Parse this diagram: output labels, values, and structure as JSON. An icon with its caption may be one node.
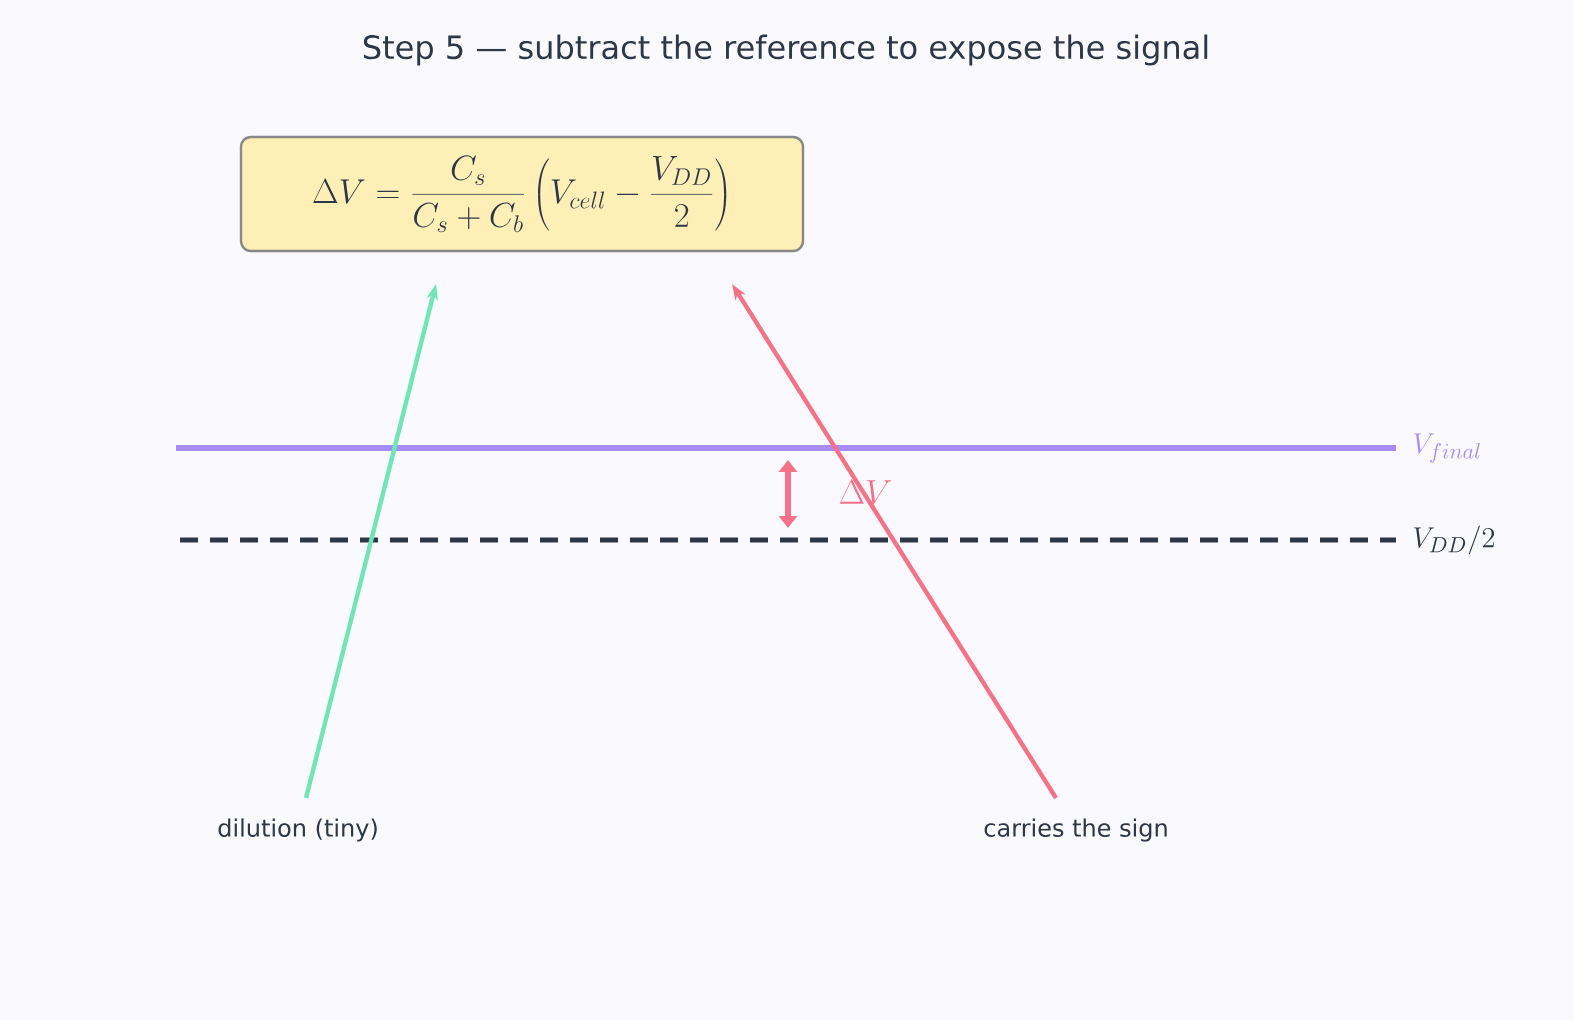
{
  "diagram": {
    "title": "Step 5 — subtract the reference to expose the signal",
    "nodes": [
      {
        "text": [
          "\\Delta V = \\frac{C_s}{C_s + C_b}\\left(V_{cell} - \\frac{V_{DD}}{2}\\right)"
        ]
      },
      {
        "text": [
          "dilution (tiny)"
        ]
      },
      {
        "text": [
          "carries the sign"
        ]
      }
    ],
    "edges": [
      {
        "from": 1,
        "to": 0,
        "arrow": "to",
        "color": "#6ee7b7"
      },
      {
        "from": 2,
        "to": 0,
        "arrow": "to",
        "color": "#f87088"
      }
    ],
    "labels": [
      "V_{final}",
      "\\Delta V",
      "V_{DD}/2"
    ]
  }
}
